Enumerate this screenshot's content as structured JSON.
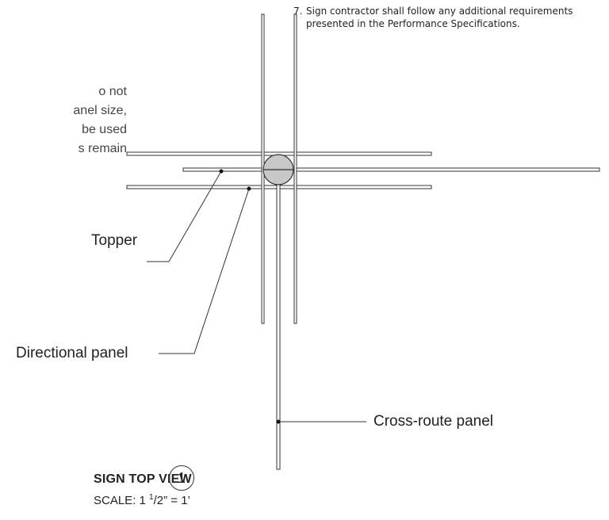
{
  "note": {
    "number": "7.",
    "text": "Sign contractor shall follow any additional requirements presented in the Performance Specifications."
  },
  "cut_note": {
    "lines": [
      "o not",
      "anel size,",
      "be used",
      "s remain"
    ]
  },
  "labels": {
    "topper": "Topper",
    "directional": "Directional panel",
    "cross_route": "Cross-route panel"
  },
  "title": {
    "text": "SIGN TOP VIEW",
    "badge": "1",
    "scale_prefix": "SCALE: 1 ",
    "scale_sup": "1",
    "scale_mid": "/2” = 1’"
  },
  "colors": {
    "line": "#333333",
    "fill": "#ffffff",
    "post": "#c8c8c8"
  }
}
